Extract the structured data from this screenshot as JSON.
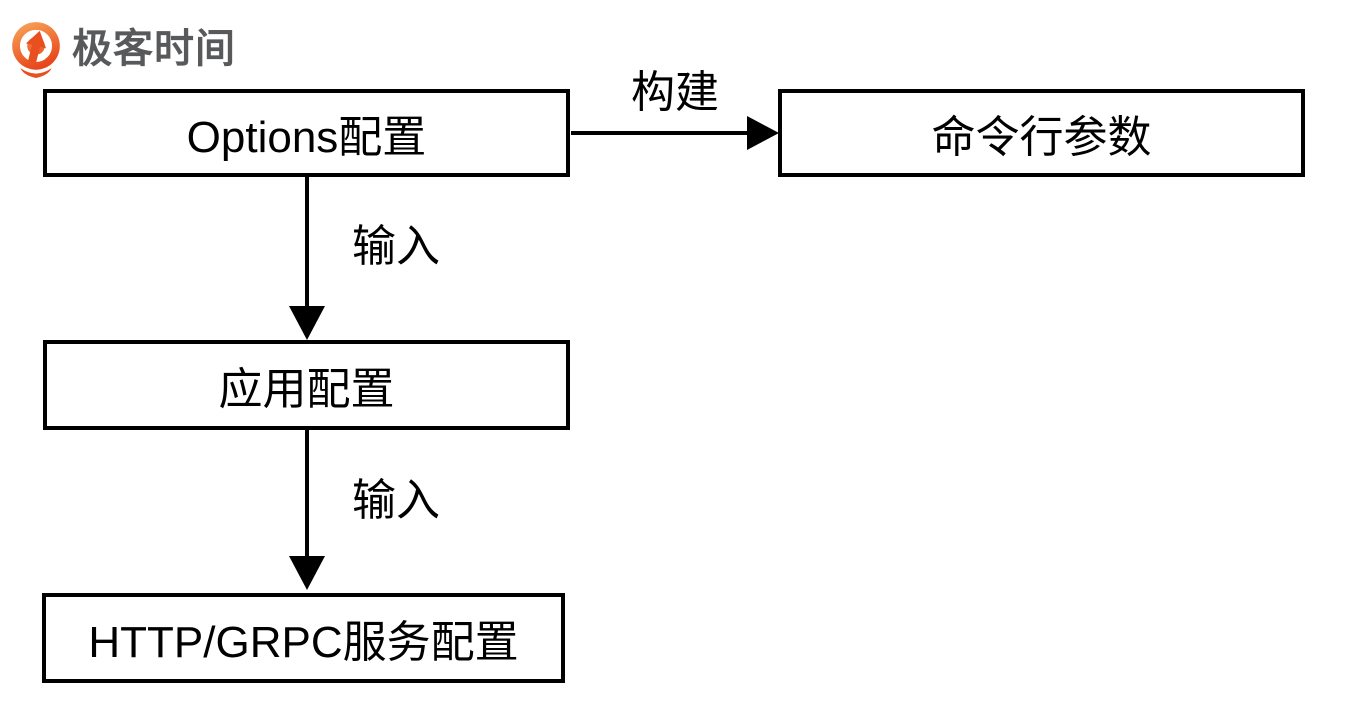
{
  "brand": {
    "name": "极客时间",
    "text_color": "#58595B",
    "logo_gradient_top": "#F9A95C",
    "logo_gradient_bottom": "#E8481C"
  },
  "diagram": {
    "stroke_color": "#000000",
    "box_fill": "#FFFFFF",
    "nodes": [
      {
        "id": "options",
        "label": "Options配置"
      },
      {
        "id": "cmdline",
        "label": "命令行参数"
      },
      {
        "id": "app",
        "label": "应用配置"
      },
      {
        "id": "service",
        "label": "HTTP/GRPC服务配置"
      }
    ],
    "edges": [
      {
        "from": "options",
        "to": "cmdline",
        "label": "构建"
      },
      {
        "from": "options",
        "to": "app",
        "label": "输入"
      },
      {
        "from": "app",
        "to": "service",
        "label": "输入"
      }
    ]
  }
}
